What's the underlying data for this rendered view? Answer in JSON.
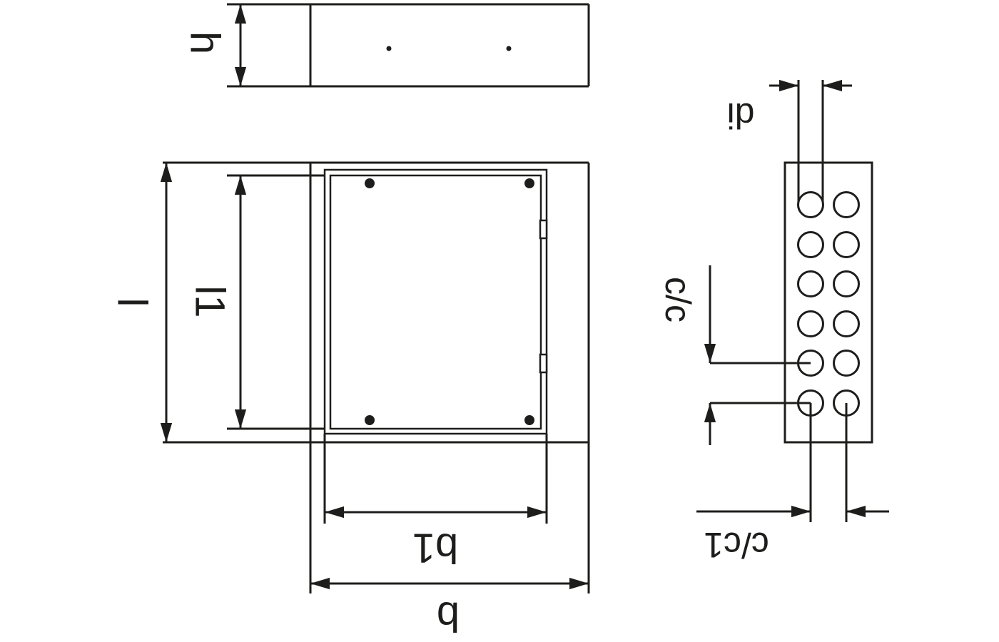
{
  "drawing": {
    "background": "#ffffff",
    "line_color": "#1d1d1b",
    "labels": {
      "h": "h",
      "l": "l",
      "l1": "l1",
      "b1": "b1",
      "b": "b",
      "di": "di",
      "cc": "c/c",
      "cc1": "c/c1"
    }
  }
}
